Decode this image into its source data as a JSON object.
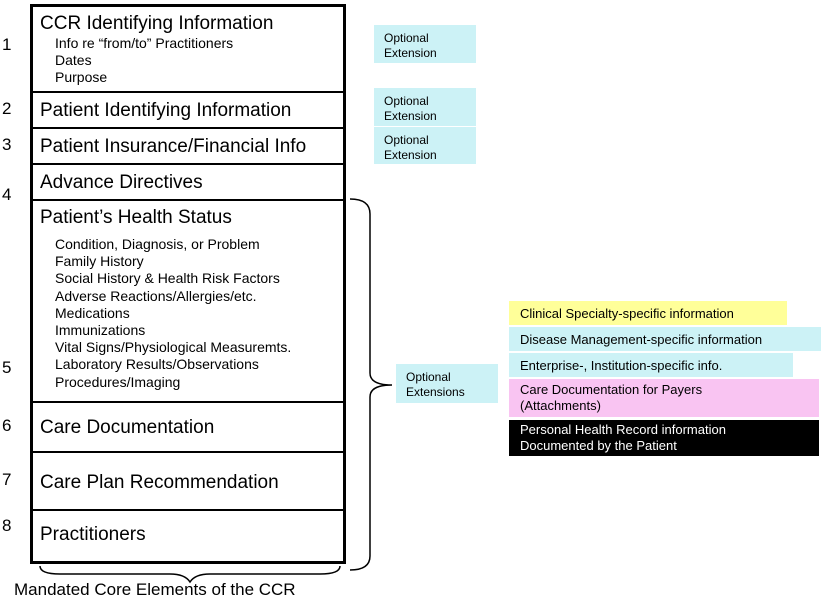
{
  "sections": [
    {
      "number": "1",
      "title": "CCR Identifying Information",
      "items": [
        "Info re “from/to” Practitioners",
        "Dates",
        "Purpose"
      ]
    },
    {
      "number": "2",
      "title": "Patient Identifying Information"
    },
    {
      "number": "3",
      "title": "Patient Insurance/Financial Info"
    },
    {
      "number": "4",
      "title": "Advance Directives"
    },
    {
      "number": "",
      "title": "Patient’s Health Status",
      "items": [
        "Condition, Diagnosis, or Problem",
        "Family History",
        "Social History & Health Risk Factors",
        "Adverse Reactions/Allergies/etc.",
        "Medications",
        "Immunizations",
        "Vital Signs/Physiological Measuremts.",
        "Laboratory Results/Observations",
        "Procedures/Imaging"
      ]
    },
    {
      "number": "5"
    },
    {
      "number": "6",
      "title": "Care Documentation"
    },
    {
      "number": "7",
      "title": "Care Plan Recommendation"
    },
    {
      "number": "8",
      "title": "Practitioners"
    }
  ],
  "optional_labels": {
    "ext1": [
      "Optional",
      "Extension"
    ],
    "ext2": [
      "Optional",
      "Extension"
    ],
    "ext3": [
      "Optional",
      "Extension"
    ],
    "ext_health": [
      "Optional",
      "Extensions"
    ]
  },
  "extensions": [
    {
      "label": "Clinical Specialty-specific information",
      "color": "#ffff99"
    },
    {
      "label": "Disease Management-specific information",
      "color": "#ccf2f6"
    },
    {
      "label": "Enterprise-, Institution-specific info.",
      "color": "#ccf2f6"
    },
    {
      "label_lines": [
        "Care Documentation for Payers",
        "(Attachments)"
      ],
      "color": "#f9c4f2"
    },
    {
      "label_lines": [
        "Personal Health Record information",
        "Documented by the Patient"
      ],
      "color": "#000000",
      "text_color": "#ffffff"
    }
  ],
  "caption": "Mandated Core Elements of the CCR"
}
